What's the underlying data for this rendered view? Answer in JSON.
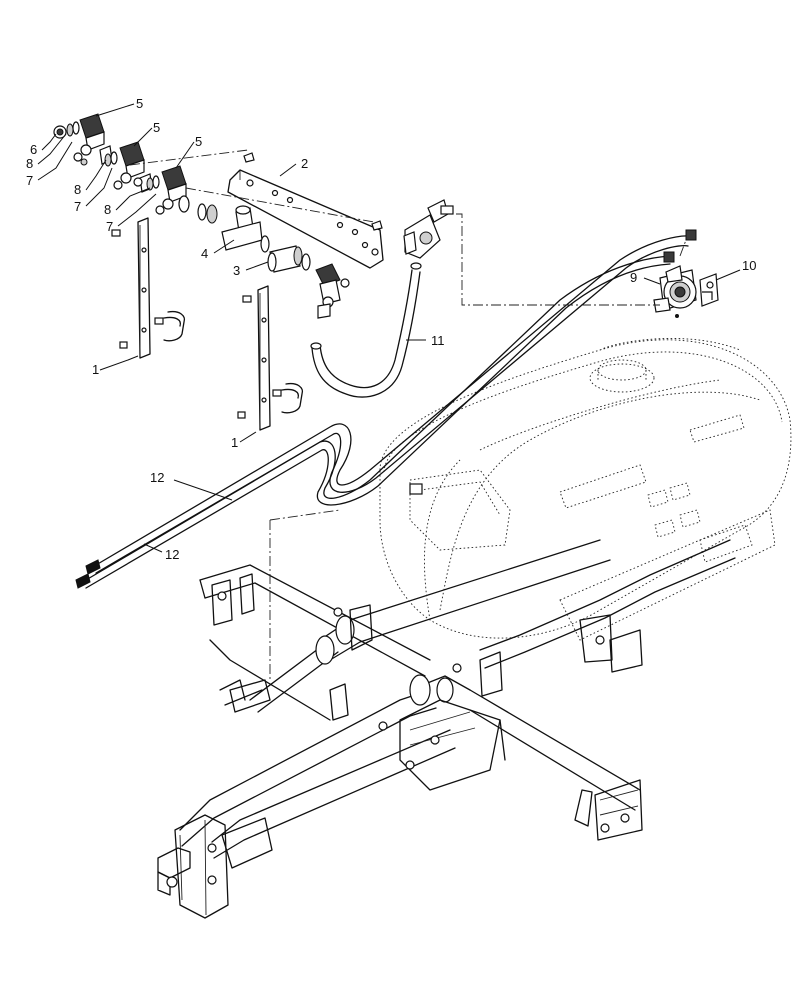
{
  "callouts": {
    "c1a": "1",
    "c1b": "1",
    "c2": "2",
    "c3": "3",
    "c4": "4",
    "c5a": "5",
    "c5b": "5",
    "c5c": "5",
    "c6": "6",
    "c7a": "7",
    "c7b": "7",
    "c7c": "7",
    "c8a": "8",
    "c8b": "8",
    "c8c": "8",
    "c9": "9",
    "c10": "10",
    "c11": "11",
    "c12a": "12",
    "c12b": "12"
  }
}
